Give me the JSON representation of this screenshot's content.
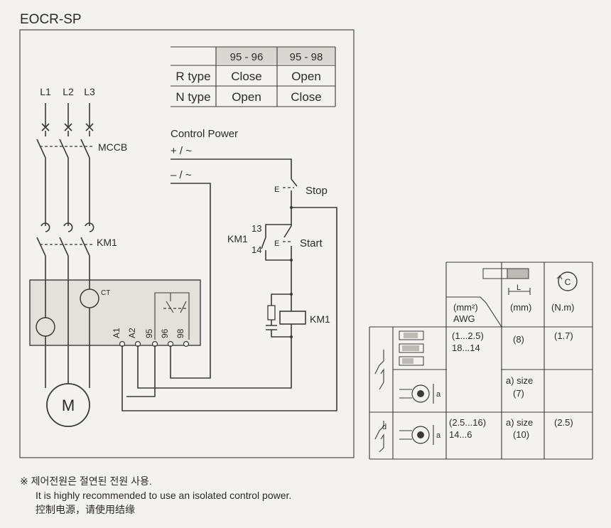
{
  "title": "EOCR-SP",
  "contact_table": {
    "headers": [
      "",
      "95 - 96",
      "95 - 98"
    ],
    "rows": [
      [
        "R type",
        "Close",
        "Open"
      ],
      [
        "N type",
        "Open",
        "Close"
      ]
    ]
  },
  "phases": [
    "L1",
    "L2",
    "L3"
  ],
  "labels": {
    "mccb": "MCCB",
    "km1": "KM1",
    "ct": "CT",
    "motor": "M",
    "control_power": "Control Power",
    "pos": "+ / ~",
    "neg": "– / ~",
    "stop": "Stop",
    "start": "Start",
    "e_stop": "E",
    "e_start": "E",
    "aux_13": "13",
    "aux_14": "14",
    "aux_km1": "KM1",
    "coil_km1": "KM1"
  },
  "terminals": [
    "A1",
    "A2",
    "95",
    "96",
    "98"
  ],
  "wiring_table": {
    "col_wire_unit": "(mm²)",
    "col_wire_unit2": "AWG",
    "col_strip": "(mm)",
    "col_torque": "(N.m)",
    "strip_symbol": "L",
    "torque_symbol": "C",
    "row1_wire": "(1...2.5)",
    "row1_awg": "18...14",
    "row1_strip": "(8)",
    "row1_torque": "(1.7)",
    "row2_size_label": "a) size",
    "row2_size_val": "(7)",
    "row2_dim": "a",
    "row3_wire": "(2.5...16)",
    "row3_awg": "14...6",
    "row3_size_label": "a) size",
    "row3_size_val": "(10)",
    "row3_torque": "(2.5)",
    "row3_dim": "a",
    "row3_d": "d"
  },
  "notes": [
    "※ 제어전원은 절연된 전원 사용.",
    "It is highly recommended to use an isolated control power.",
    "控制电源，请使用结缘"
  ]
}
